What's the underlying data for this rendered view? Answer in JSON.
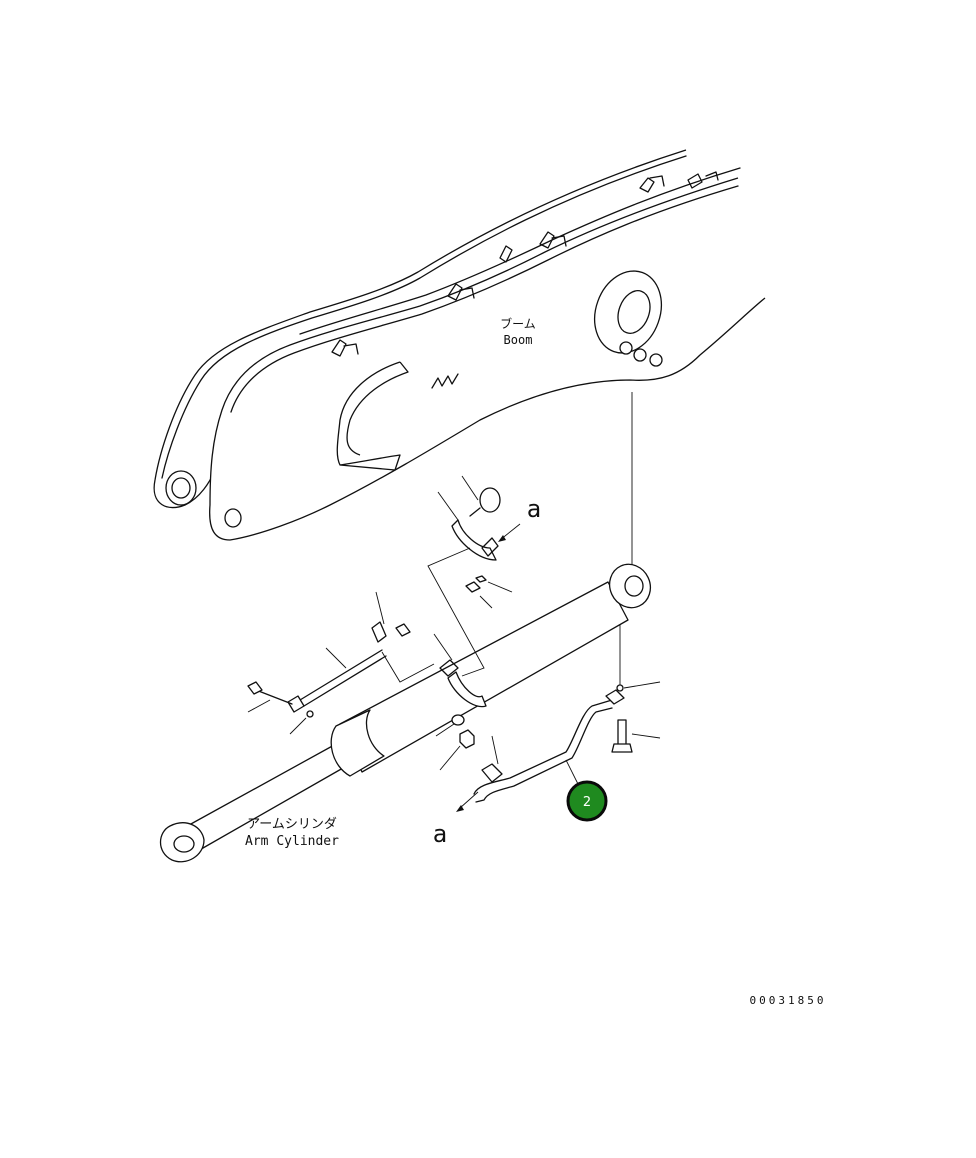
{
  "labels": {
    "boom_jp": "ブーム",
    "boom_en": "Boom",
    "cyl_jp": "アームシリンダ",
    "cyl_en": "Arm Cylinder",
    "ref_a_top": "a",
    "ref_a_bottom": "a",
    "drawing_number": "00031850"
  },
  "callouts": [
    {
      "id": "2",
      "label": "2"
    }
  ],
  "colors": {
    "line": "#111111",
    "callout_fill": "#1f8a1f",
    "callout_border": "#0a0a0a",
    "callout_text": "#ffffff"
  }
}
